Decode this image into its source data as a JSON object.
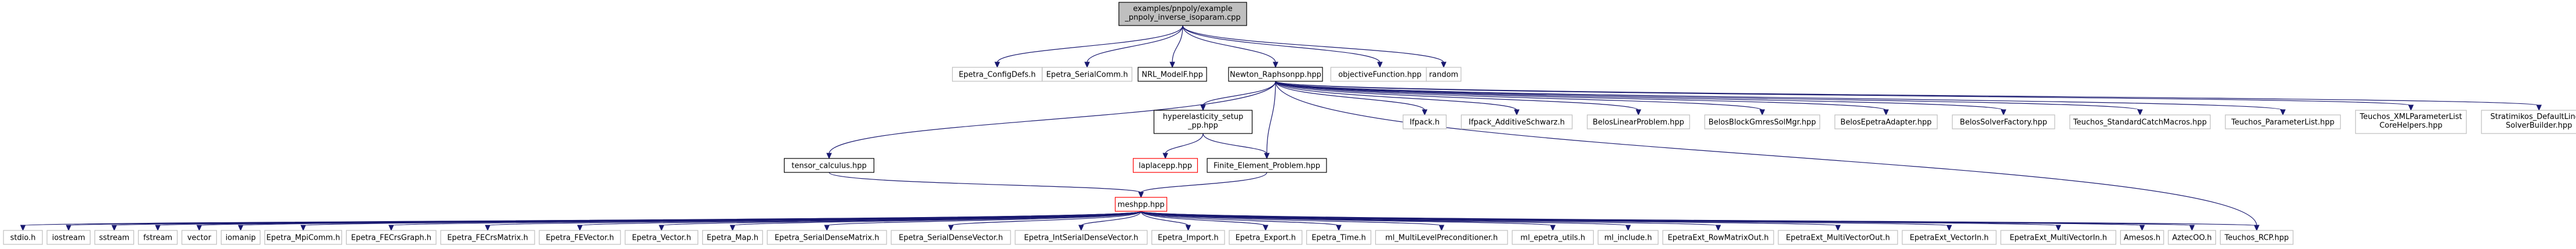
{
  "diagram": {
    "root": {
      "id": "root",
      "lines": [
        "examples/pnpoly/example",
        "_pnpoly_inverse_isoparam.cpp"
      ],
      "style": "root"
    },
    "nodes": [
      {
        "id": "configdefs",
        "lines": [
          "Epetra_ConfigDefs.h"
        ],
        "style": "plain"
      },
      {
        "id": "serialcomm",
        "lines": [
          "Epetra_SerialComm.h"
        ],
        "style": "plain"
      },
      {
        "id": "nrl",
        "lines": [
          "NRL_ModelF.hpp"
        ],
        "style": "doc"
      },
      {
        "id": "newton",
        "lines": [
          "Newton_Raphsonpp.hpp"
        ],
        "style": "doc"
      },
      {
        "id": "objective",
        "lines": [
          "objectiveFunction.hpp"
        ],
        "style": "plain"
      },
      {
        "id": "random",
        "lines": [
          "random"
        ],
        "style": "plain"
      },
      {
        "id": "hyper",
        "lines": [
          "hyperelasticity_setup",
          "_pp.hpp"
        ],
        "style": "doc"
      },
      {
        "id": "ifpack",
        "lines": [
          "Ifpack.h"
        ],
        "style": "plain"
      },
      {
        "id": "ifpackadd",
        "lines": [
          "Ifpack_AdditiveSchwarz.h"
        ],
        "style": "plain"
      },
      {
        "id": "belosprob",
        "lines": [
          "BelosLinearProblem.hpp"
        ],
        "style": "plain"
      },
      {
        "id": "belosgmres",
        "lines": [
          "BelosBlockGmresSolMgr.hpp"
        ],
        "style": "plain"
      },
      {
        "id": "belosadapter",
        "lines": [
          "BelosEpetraAdapter.hpp"
        ],
        "style": "plain"
      },
      {
        "id": "belosfactory",
        "lines": [
          "BelosSolverFactory.hpp"
        ],
        "style": "plain"
      },
      {
        "id": "catch",
        "lines": [
          "Teuchos_StandardCatchMacros.hpp"
        ],
        "style": "plain"
      },
      {
        "id": "paramlist",
        "lines": [
          "Teuchos_ParameterList.hpp"
        ],
        "style": "plain"
      },
      {
        "id": "xmlparam",
        "lines": [
          "Teuchos_XMLParameterList",
          "CoreHelpers.hpp"
        ],
        "style": "plain"
      },
      {
        "id": "stratimikos",
        "lines": [
          "Stratimikos_DefaultLinear",
          "SolverBuilder.hpp"
        ],
        "style": "plain"
      },
      {
        "id": "tensor",
        "lines": [
          "tensor_calculus.hpp"
        ],
        "style": "doc"
      },
      {
        "id": "laplacepp",
        "lines": [
          "laplacepp.hpp"
        ],
        "style": "missing"
      },
      {
        "id": "finite",
        "lines": [
          "Finite_Element_Problem.hpp"
        ],
        "style": "doc"
      },
      {
        "id": "meshpp",
        "lines": [
          "meshpp.hpp"
        ],
        "style": "missing"
      },
      {
        "id": "stdio",
        "lines": [
          "stdio.h"
        ],
        "style": "plain"
      },
      {
        "id": "iostream",
        "lines": [
          "iostream"
        ],
        "style": "plain"
      },
      {
        "id": "sstream",
        "lines": [
          "sstream"
        ],
        "style": "plain"
      },
      {
        "id": "fstream",
        "lines": [
          "fstream"
        ],
        "style": "plain"
      },
      {
        "id": "vector",
        "lines": [
          "vector"
        ],
        "style": "plain"
      },
      {
        "id": "iomanip",
        "lines": [
          "iomanip"
        ],
        "style": "plain"
      },
      {
        "id": "mpicomm",
        "lines": [
          "Epetra_MpiComm.h"
        ],
        "style": "plain"
      },
      {
        "id": "fecrsgraph",
        "lines": [
          "Epetra_FECrsGraph.h"
        ],
        "style": "plain"
      },
      {
        "id": "fecrsmatrix",
        "lines": [
          "Epetra_FECrsMatrix.h"
        ],
        "style": "plain"
      },
      {
        "id": "fevector",
        "lines": [
          "Epetra_FEVector.h"
        ],
        "style": "plain"
      },
      {
        "id": "evector",
        "lines": [
          "Epetra_Vector.h"
        ],
        "style": "plain"
      },
      {
        "id": "emap",
        "lines": [
          "Epetra_Map.h"
        ],
        "style": "plain"
      },
      {
        "id": "sdmatrix",
        "lines": [
          "Epetra_SerialDenseMatrix.h"
        ],
        "style": "plain"
      },
      {
        "id": "sdvector",
        "lines": [
          "Epetra_SerialDenseVector.h"
        ],
        "style": "plain"
      },
      {
        "id": "isdvector",
        "lines": [
          "Epetra_IntSerialDenseVector.h"
        ],
        "style": "plain"
      },
      {
        "id": "import",
        "lines": [
          "Epetra_Import.h"
        ],
        "style": "plain"
      },
      {
        "id": "export",
        "lines": [
          "Epetra_Export.h"
        ],
        "style": "plain"
      },
      {
        "id": "time",
        "lines": [
          "Epetra_Time.h"
        ],
        "style": "plain"
      },
      {
        "id": "mlprec",
        "lines": [
          "ml_MultiLevelPreconditioner.h"
        ],
        "style": "plain"
      },
      {
        "id": "mlutils",
        "lines": [
          "ml_epetra_utils.h"
        ],
        "style": "plain"
      },
      {
        "id": "mlinclude",
        "lines": [
          "ml_include.h"
        ],
        "style": "plain"
      },
      {
        "id": "rowmatrix",
        "lines": [
          "EpetraExt_RowMatrixOut.h"
        ],
        "style": "plain"
      },
      {
        "id": "mvout",
        "lines": [
          "EpetraExt_MultiVectorOut.h"
        ],
        "style": "plain"
      },
      {
        "id": "vecin",
        "lines": [
          "EpetraExt_VectorIn.h"
        ],
        "style": "plain"
      },
      {
        "id": "mvin",
        "lines": [
          "EpetraExt_MultiVectorIn.h"
        ],
        "style": "plain"
      },
      {
        "id": "amesos",
        "lines": [
          "Amesos.h"
        ],
        "style": "plain"
      },
      {
        "id": "aztec",
        "lines": [
          "AztecOO.h"
        ],
        "style": "plain"
      },
      {
        "id": "rcp",
        "lines": [
          "Teuchos_RCP.hpp"
        ],
        "style": "plain"
      }
    ],
    "edges": [
      [
        "root",
        "configdefs"
      ],
      [
        "root",
        "serialcomm"
      ],
      [
        "root",
        "nrl"
      ],
      [
        "root",
        "newton"
      ],
      [
        "root",
        "objective"
      ],
      [
        "root",
        "random"
      ],
      [
        "newton",
        "tensor"
      ],
      [
        "newton",
        "hyper"
      ],
      [
        "newton",
        "finite"
      ],
      [
        "newton",
        "ifpack"
      ],
      [
        "newton",
        "ifpackadd"
      ],
      [
        "newton",
        "belosprob"
      ],
      [
        "newton",
        "belosgmres"
      ],
      [
        "newton",
        "belosadapter"
      ],
      [
        "newton",
        "belosfactory"
      ],
      [
        "newton",
        "catch"
      ],
      [
        "newton",
        "paramlist"
      ],
      [
        "newton",
        "xmlparam"
      ],
      [
        "newton",
        "stratimikos"
      ],
      [
        "newton",
        "rcp"
      ],
      [
        "hyper",
        "laplacepp"
      ],
      [
        "hyper",
        "finite"
      ],
      [
        "tensor",
        "meshpp"
      ],
      [
        "finite",
        "meshpp"
      ],
      [
        "meshpp",
        "stdio"
      ],
      [
        "meshpp",
        "iostream"
      ],
      [
        "meshpp",
        "sstream"
      ],
      [
        "meshpp",
        "fstream"
      ],
      [
        "meshpp",
        "vector"
      ],
      [
        "meshpp",
        "iomanip"
      ],
      [
        "meshpp",
        "mpicomm"
      ],
      [
        "meshpp",
        "fecrsgraph"
      ],
      [
        "meshpp",
        "fecrsmatrix"
      ],
      [
        "meshpp",
        "fevector"
      ],
      [
        "meshpp",
        "evector"
      ],
      [
        "meshpp",
        "emap"
      ],
      [
        "meshpp",
        "sdmatrix"
      ],
      [
        "meshpp",
        "sdvector"
      ],
      [
        "meshpp",
        "isdvector"
      ],
      [
        "meshpp",
        "import"
      ],
      [
        "meshpp",
        "export"
      ],
      [
        "meshpp",
        "time"
      ],
      [
        "meshpp",
        "mlprec"
      ],
      [
        "meshpp",
        "mlutils"
      ],
      [
        "meshpp",
        "mlinclude"
      ],
      [
        "meshpp",
        "rowmatrix"
      ],
      [
        "meshpp",
        "mvout"
      ],
      [
        "meshpp",
        "vecin"
      ],
      [
        "meshpp",
        "mvin"
      ],
      [
        "meshpp",
        "amesos"
      ],
      [
        "meshpp",
        "aztec"
      ],
      [
        "meshpp",
        "rcp"
      ]
    ],
    "colors": {
      "edge": "#191970",
      "root_fill": "#bfbfbf",
      "documented_border": "#000000",
      "external_border": "#bfbfbf",
      "missing_border": "#ff0000"
    }
  }
}
